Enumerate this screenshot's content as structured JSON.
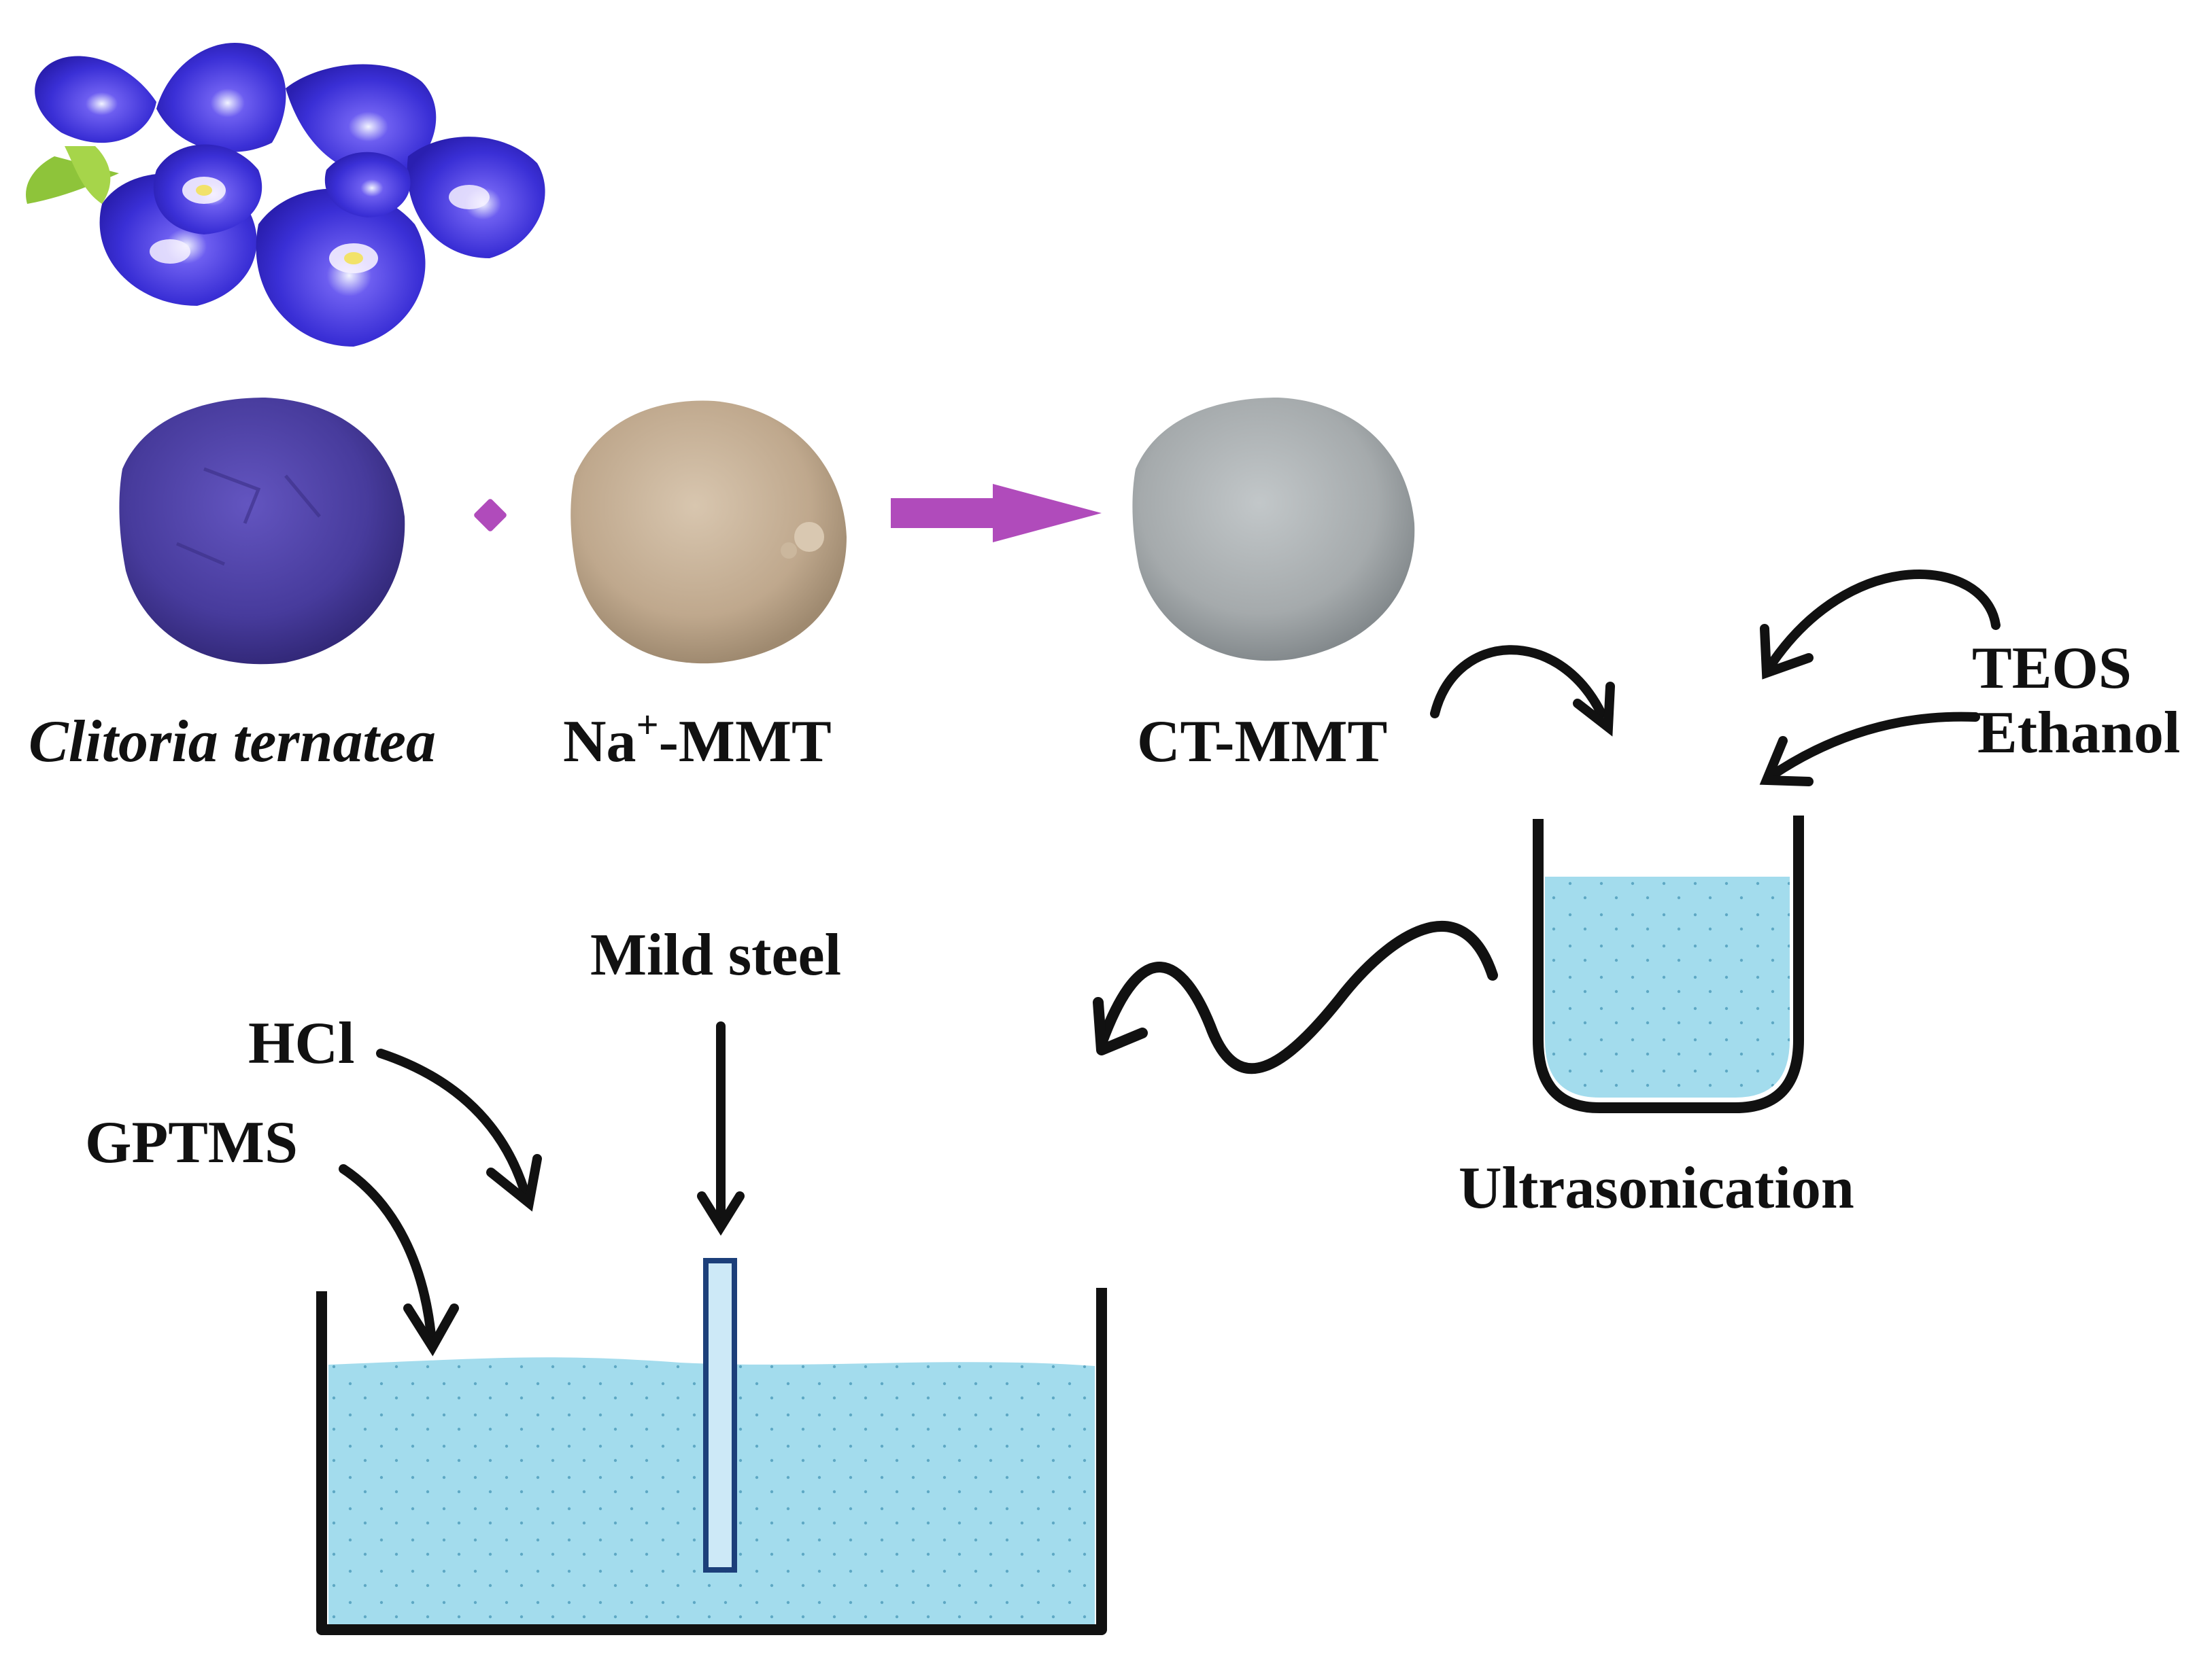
{
  "labels": {
    "clitoria": "Clitoria ternatea",
    "na_mmt_prefix": "Na",
    "na_mmt_sup": "+",
    "na_mmt_suffix": "-MMT",
    "ct_mmt": "CT-MMT",
    "teos": "TEOS",
    "ethanol": "Ethanol",
    "ultrasonication": "Ultrasonication",
    "mild_steel": "Mild steel",
    "hcl": "HCl",
    "gptms": "GPTMS"
  },
  "colors": {
    "flower": "#3a2fd6",
    "clitoria_powder": "#4b3fa0",
    "mmt_powder": "#bfa88d",
    "ct_mmt_powder": "#a5aaac",
    "process_arrow": "#b04bbb",
    "liquid": "#a3dced",
    "container_stroke": "#111111"
  }
}
